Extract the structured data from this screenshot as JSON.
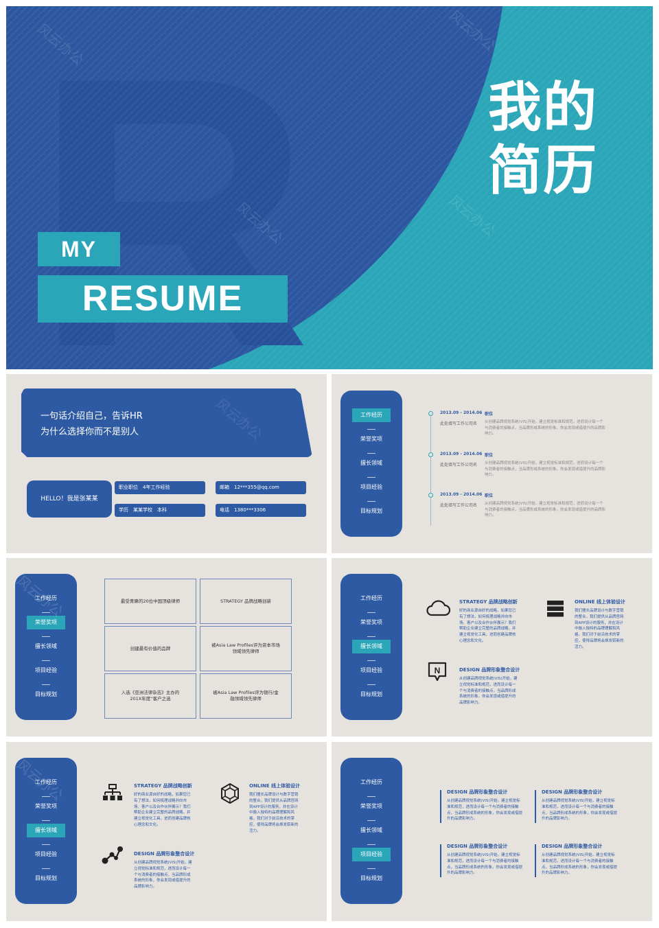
{
  "cover": {
    "title_cn_line1": "我的",
    "title_cn_line2": "简历",
    "tag_my": "MY",
    "tag_resume": "RESUME",
    "ghost_letter": "R",
    "watermark": "风云办公"
  },
  "nav": {
    "items": [
      "工作经历",
      "荣誉奖项",
      "擅长领域",
      "项目经验",
      "目标规划"
    ]
  },
  "intro": {
    "banner_line1": "一句话介绍自己，告诉HR",
    "banner_line2": "为什么选择你而不是别人",
    "hello": "HELLO！我是张某某",
    "position": "职业职位　4年工作经验",
    "email": "邮箱　12***355@qq.com",
    "education": "学历　某某学校　本科",
    "phone": "电话　1380***3306"
  },
  "timeline": {
    "entries": [
      {
        "date": "2013.09 - 2014.06",
        "company": "此处填写工作公司名",
        "role": "职位",
        "desc": "从创建品牌视觉系统(VIS)开始，建立视觉标准和规范，进而设计每一个与消费者的接触点，当品牌形成系统的形象，你会发现或借提升的品牌影响力。"
      },
      {
        "date": "2013.09 - 2014.06",
        "company": "此处填写工作公司名",
        "role": "职位",
        "desc": "从创建品牌视觉系统(VIS)开始，建立视觉标准和规范，进而设计每一个与消费者的接触点，当品牌形成系统的形象，你会发现或借提升的品牌影响力。"
      },
      {
        "date": "2013.09 - 2014.06",
        "company": "此处填写工作公司名",
        "role": "职位",
        "desc": "从创建品牌视觉系统(VIS)开始，建立视觉标准和规范，进而设计每一个与消费者的接触点，当品牌形成系统的形象，你会发现或借提升的品牌影响力。"
      }
    ]
  },
  "honors": {
    "cells": [
      "最受青睐的20位中国顶级律师",
      "STRATEGY 品牌战略创新",
      "创建最有价值的品牌",
      "被Asia Law Profiles评为资本市场领域领先律师",
      "入选《亚洲法律杂志》主办的201X年度“客户之选",
      "被Asia Law Profiles评为银行/金融领域领先律师"
    ]
  },
  "skills1": {
    "blocks": [
      {
        "title": "STRATEGY 品牌战略创新",
        "desc": "好的商业源自好的战略，如果您已有了想法，如何梳理战略并向市场、客户以及合作伙伴展示？我们帮助企业建立完整的品牌战略，并建立视觉化工具，进而创建品牌核心理念和文化。",
        "icon": "cloud-icon"
      },
      {
        "title": "ONLINE 线上体验设计",
        "desc": "我们擅长品牌设计与数字营销的整合，我们提供从品牌官网到APP设计的服务，并在设计中融入独特的品牌理解和风格，我们对于前沿技术的掌控，使得品牌将会焕发崭新的活力。",
        "icon": "server-icon"
      },
      {
        "title": "DESIGN 品牌形象整合设计",
        "desc": "从创建品牌视觉系统(VIS)开始，建立视觉标准和规范，进而设计每一个与消费者的接触点，当品牌形成系统的形象，你会发现或借提升的品牌影响力。",
        "icon": "chat-n-icon"
      }
    ]
  },
  "skills2": {
    "blocks": [
      {
        "title": "STRATEGY 品牌战略创新",
        "desc": "好的商业源自好的战略，如果您已有了想法，如何梳理战略并向市场、客户以及合作伙伴展示？我们帮助企业建立完整的品牌战略，并建立视觉化工具，进而创建品牌核心理念和文化。",
        "icon": "sitemap-icon"
      },
      {
        "title": "ONLINE 线上体验设计",
        "desc": "我们擅长品牌设计与数字营销的整合，我们提供从品牌官网到APP设计的服务，并在设计中融入独特的品牌理解和风格，我们对于前沿技术的掌控，使得品牌将会焕发崭新的活力。",
        "icon": "hexagon-icon"
      },
      {
        "title": "DESIGN 品牌形象整合设计",
        "desc": "从创建品牌视觉系统(VIS)开始，建立视觉标准和规范，进而设计每一个与消费者的接触点，当品牌形成系统的形象，你会发现或借提升的品牌影响力。",
        "icon": "share-nodes-icon"
      }
    ]
  },
  "projects": {
    "blocks": [
      {
        "title": "DESIGN 品牌形象整合设计",
        "desc": "从创建品牌视觉系统(VIS)开始，建立视觉标准和规范，进而设计每一个与消费者的接触点，当品牌形成系统的形象，你会发现或借提升的品牌影响力。"
      },
      {
        "title": "DESIGN 品牌形象整合设计",
        "desc": "从创建品牌视觉系统(VIS)开始，建立视觉标准和规范，进而设计每一个与消费者的接触点，当品牌形成系统的形象，你会发现或借提升的品牌影响力。"
      },
      {
        "title": "DESIGN 品牌形象整合设计",
        "desc": "从创建品牌视觉系统(VIS)开始，建立视觉标准和规范，进而设计每一个与消费者的接触点，当品牌形成系统的形象，你会发现或借提升的品牌影响力。"
      },
      {
        "title": "DESIGN 品牌形象整合设计",
        "desc": "从创建品牌视觉系统(VIS)开始，建立视觉标准和规范，进而设计每一个与消费者的接触点，当品牌形成系统的形象，你会发现或借提升的品牌影响力。"
      }
    ]
  },
  "colors": {
    "primary_blue": "#2e5aa3",
    "accent_teal": "#2ba6b8",
    "background": "#e6e3df"
  }
}
